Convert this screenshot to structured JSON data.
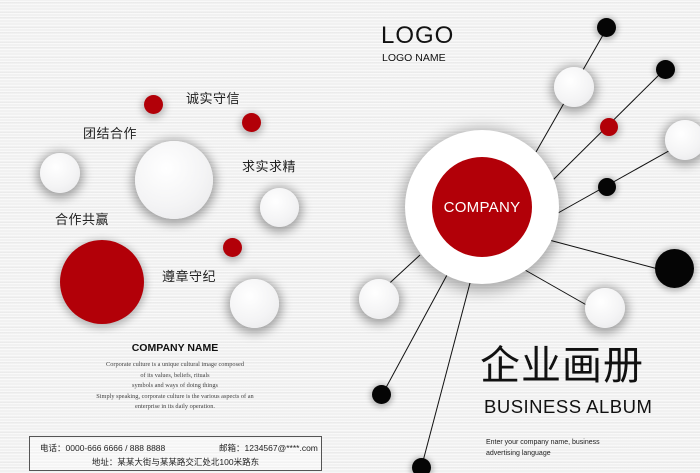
{
  "left_page": {
    "values": [
      {
        "id": "integrity",
        "label": "诚实守信"
      },
      {
        "id": "teamwork",
        "label": "团结合作"
      },
      {
        "id": "pragmatism",
        "label": "求实求精"
      },
      {
        "id": "win_win",
        "label": "合作共赢"
      },
      {
        "id": "discipline",
        "label": "遵章守纪"
      }
    ],
    "company_name": "COMPANY NAME",
    "culture_text": [
      "Corporate culture is a unique cultural image composed",
      "of its values, beliefs, rituals",
      "symbols and ways of doing things",
      "Simply speaking, corporate culture is the various aspects of an",
      "enterprise in its daily operation."
    ],
    "contact": {
      "phone_label": "电话：",
      "phone": "0000-666 6666  /  888  8888",
      "email_label": "邮箱：",
      "email": "1234567@****.com",
      "address_label": "地址：",
      "address": "某某大街与某某路交汇处北100米路东"
    }
  },
  "right_page": {
    "logo": "LOGO",
    "logo_name": "LOGO NAME",
    "center_label": "COMPANY",
    "title_cn": "企业画册",
    "title_en": "BUSINESS ALBUM",
    "tagline": [
      "Enter your company name, business",
      "advertising language"
    ]
  },
  "colors": {
    "accent_red": "#b20008",
    "black": "#050505",
    "background": "#f1f1f1"
  }
}
